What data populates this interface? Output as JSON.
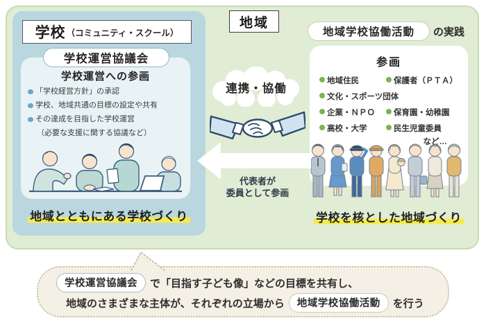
{
  "school_panel": {
    "title": "学校",
    "title_sub": "（コミュニティ・スクール）",
    "council_pill": "学校運営協議会",
    "participation_heading": "学校運営への参画",
    "bullets": [
      "「学校経営方針」の承認",
      "学校、地域共通の目標の設定や共有",
      "その達成を目指した学校運営"
    ],
    "bullets_note": "（必要な支援に関する協議など）",
    "caption": "地域とともにある学校づくり"
  },
  "region_panel": {
    "title": "地域",
    "activity_pill": "地域学校協働活動",
    "activity_suffix": "の実践",
    "participation_heading": "参画",
    "members": [
      "地域住民",
      "保護者（ＰＴＡ）",
      "文化・スポーツ団体",
      "企業・ＮＰＯ",
      "保育園・幼稚園",
      "高校・大学",
      "民生児童委員"
    ],
    "members_etc": "など…",
    "caption": "学校を核とした地域づくり"
  },
  "center": {
    "cloud_label": "連携・協働",
    "arrow_caption_line1": "代表者が",
    "arrow_caption_line2": "委員として参画"
  },
  "bottom_note": {
    "pill1": "学校運営協議会",
    "text1": "で「目指す子ども像」などの目標を共有し、",
    "text2": "地域のさまざまな主体が、それぞれの立場から",
    "pill2": "地域学校協働活動",
    "text3": "を行う"
  },
  "icons": {
    "cloud": "cloud-shape",
    "handshake": "handshake-icon",
    "arrow": "left-arrow-icon",
    "meeting": "school-council-meeting-illustration",
    "community": "community-people-illustration"
  },
  "colors": {
    "outer_green_bg": "#e0ecd4",
    "outer_green_border": "#c6dbb2",
    "school_panel_blue": "#bad7df",
    "inner_box_blue": "#e9f3f6",
    "bullet_blue": "#67a9c5",
    "bullet_green": "#7ab54e",
    "highlight_yellow": "#f6eb4b",
    "bubble_beige": "#f4f0e5",
    "outline_navy": "#2d4a6b"
  }
}
